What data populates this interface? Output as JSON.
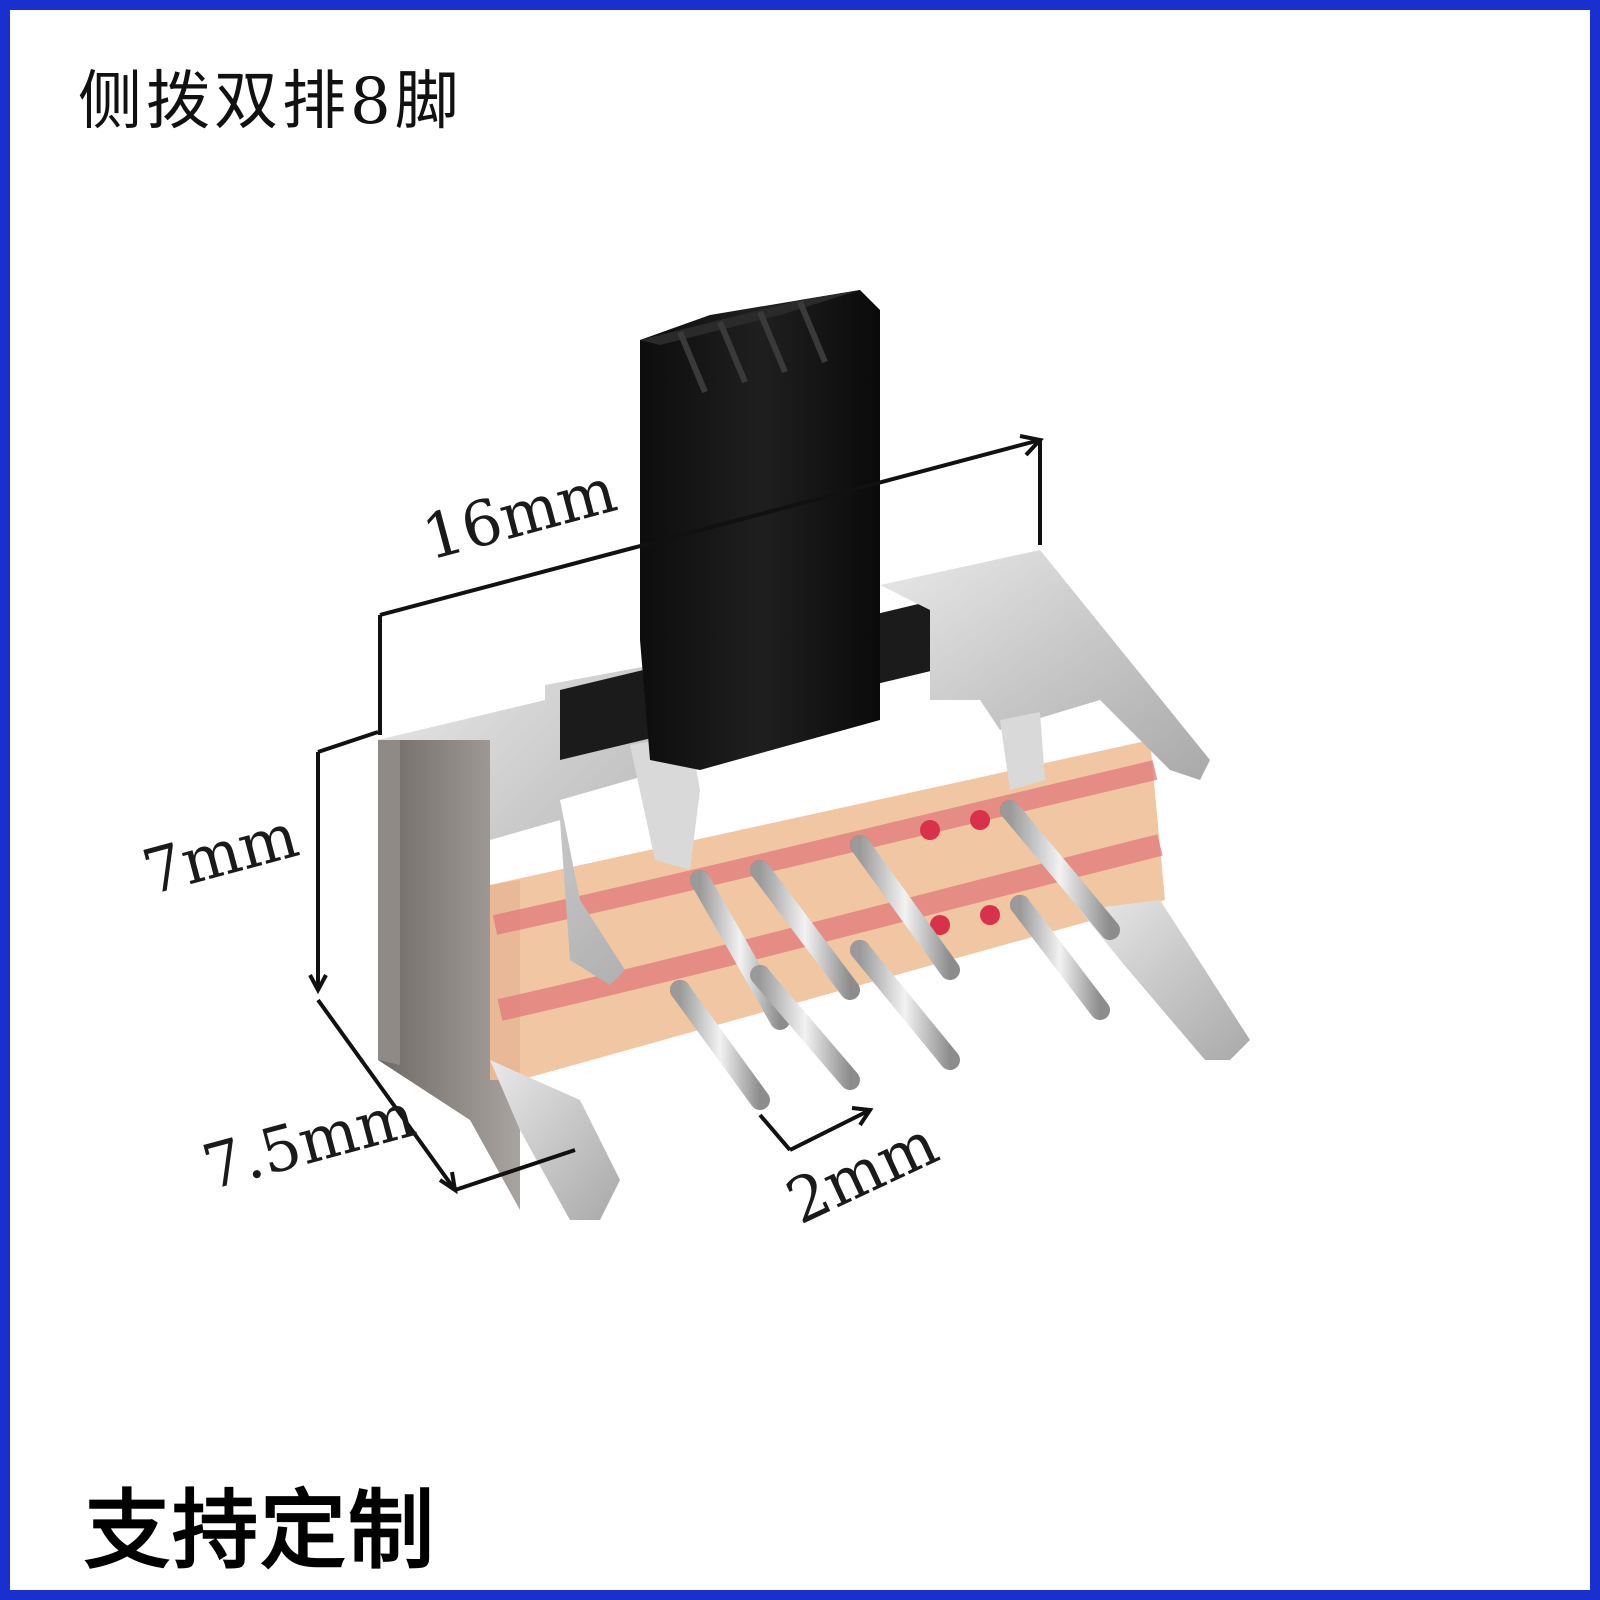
{
  "title": "侧拨双排8脚",
  "footer": "支持定制",
  "dimensions": {
    "width": "16mm",
    "height": "7mm",
    "depth": "7.5mm",
    "pitch": "2mm"
  },
  "colors": {
    "border": "#1a2fd0",
    "actuator": "#121212",
    "metal": "#c9c9c9",
    "pcb": "#f1c6a2",
    "pcb_stripe": "#e07a7a",
    "solder": "#d8324a"
  }
}
